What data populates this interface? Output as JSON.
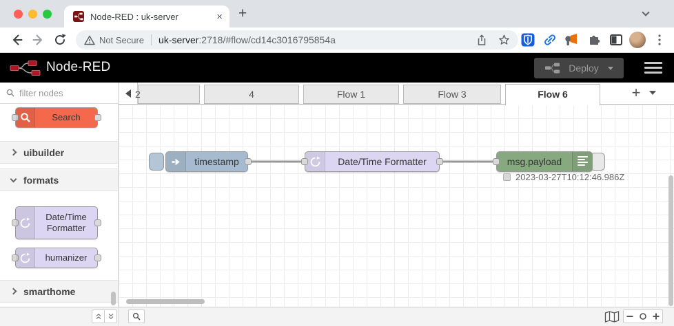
{
  "browser": {
    "tab": {
      "title": "Node-RED : uk-server",
      "close_glyph": "×",
      "new_tab_glyph": "+"
    },
    "address": {
      "security_label": "Not Secure",
      "url_host": "uk-server",
      "url_path": ":2718/#flow/cd14c3016795854a"
    }
  },
  "nr_header": {
    "brand": "Node-RED",
    "deploy_label": "Deploy"
  },
  "palette": {
    "filter_placeholder": "filter nodes",
    "search_node_label": "Search",
    "categories": [
      {
        "label": "uibuilder",
        "expanded": false
      },
      {
        "label": "formats",
        "expanded": true
      },
      {
        "label": "smarthome",
        "expanded": false
      }
    ],
    "format_nodes": [
      {
        "label": "Date/Time Formatter"
      },
      {
        "label": "humanizer"
      }
    ]
  },
  "flow_tabs": [
    {
      "label": "2",
      "active": false
    },
    {
      "label": "4",
      "active": false
    },
    {
      "label": "Flow 1",
      "active": false
    },
    {
      "label": "Flow 3",
      "active": false
    },
    {
      "label": "Flow 6",
      "active": true
    }
  ],
  "flow_tabbar": {
    "add_glyph": "+"
  },
  "canvas": {
    "inject": {
      "label": "timestamp",
      "color": "#a6bbcf"
    },
    "formatter": {
      "label": "Date/Time Formatter",
      "color": "#ddd6f3"
    },
    "debug": {
      "label": "msg.payload",
      "color": "#87a980",
      "status": "2023-03-27T10:12:46.986Z"
    }
  },
  "colors": {
    "search_node": "#f4694c",
    "inject_node": "#a6bbcf",
    "moment_node": "#ddd6f3",
    "debug_node": "#87a980",
    "header_bg": "#000000",
    "logo_red": "#ad1625",
    "bitwarden_blue": "#175ddc",
    "link_blue": "#1a73e8",
    "megaphone_orange": "#e8710a"
  }
}
